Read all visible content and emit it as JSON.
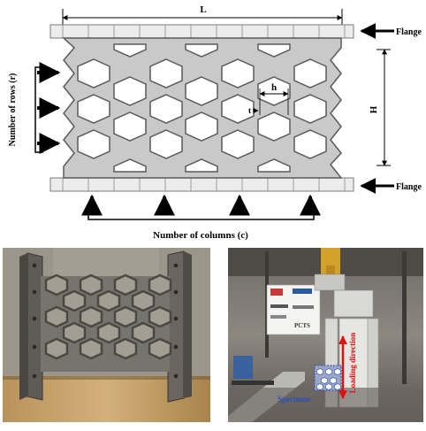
{
  "schematic": {
    "dimension_length_label": "L",
    "dimension_height_label": "H",
    "cell_width_label": "h",
    "cell_wall_label": "t",
    "flange_top_label": "Flange",
    "flange_bottom_label": "Flange",
    "rows_label": "Number of rows (r)",
    "columns_label": "Number of columns (c)",
    "colors": {
      "panel": "#c9c9c9",
      "panel_border": "#5a5a5a",
      "cell": "#ffffff",
      "flange": "#ececec",
      "arrow": "#000000"
    }
  },
  "photo_left": {
    "subject": "honeycomb-specimen-between-flanges"
  },
  "photo_right": {
    "loading_direction_label": "Loading direction",
    "specimen_label": "Specimen",
    "sign_label": "PCTS",
    "colors": {
      "arrow": "#e01010",
      "specimen_label": "#2a4fbf"
    }
  }
}
